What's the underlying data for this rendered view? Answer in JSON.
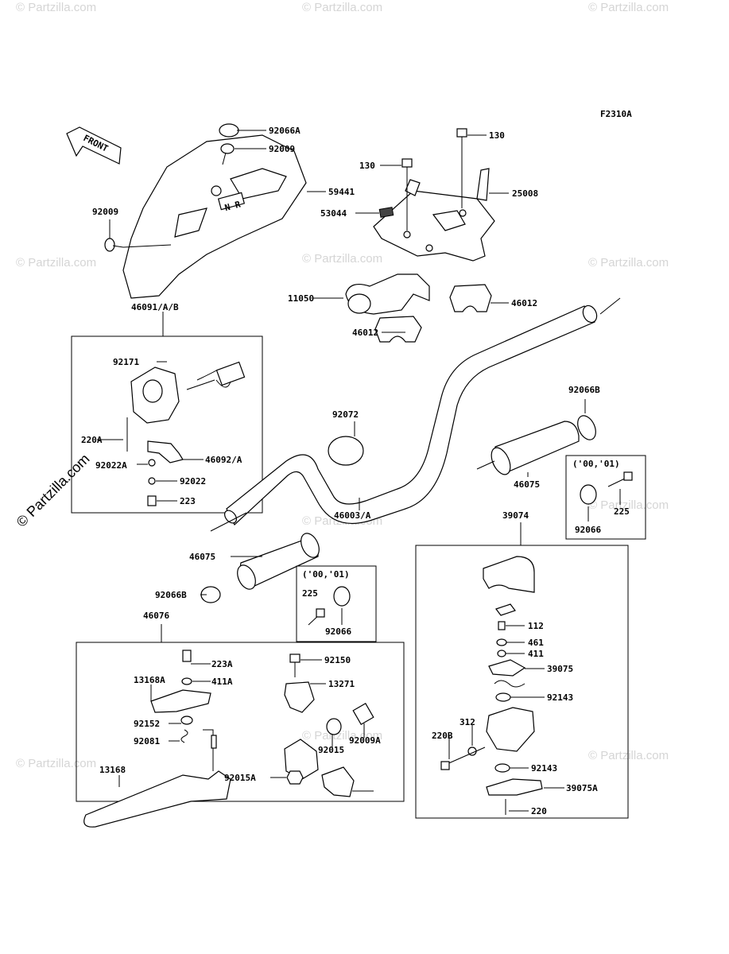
{
  "figure_code": "F2310A",
  "front_label": "FRONT",
  "watermark": "© Partzilla.com",
  "variant_note": "('00,'01)",
  "labels": {
    "p92066A": "92066A",
    "p92009_top": "92009",
    "p59441": "59441",
    "p92009_left": "92009",
    "p46091": "46091/A/B",
    "p130_right": "130",
    "p130_left": "130",
    "p25008": "25008",
    "p53044": "53044",
    "p11050": "11050",
    "p46012_right": "46012",
    "p46012_left": "46012",
    "p92171": "92171",
    "p220A": "220A",
    "p46092": "46092/A",
    "p92022A": "92022A",
    "p92022": "92022",
    "p223": "223",
    "p92072": "92072",
    "p46003": "46003/A",
    "p92066B_right": "92066B",
    "p46075_right": "46075",
    "p225_right": "225",
    "p92066_right": "92066",
    "p39074": "39074",
    "p46075_left": "46075",
    "p225_left": "225",
    "p92066_left": "92066",
    "p92066B_left": "92066B",
    "p46076": "46076",
    "p223A": "223A",
    "p411A": "411A",
    "p13168A": "13168A",
    "p92152": "92152",
    "p92081": "92081",
    "p13168": "13168",
    "p92150": "92150",
    "p13271": "13271",
    "p92009A": "92009A",
    "p92015": "92015",
    "p92015A": "92015A",
    "p112": "112",
    "p461": "461",
    "p411": "411",
    "p39075": "39075",
    "p92143_top": "92143",
    "p312": "312",
    "p220B": "220B",
    "p92143_bottom": "92143",
    "p39075A": "39075A",
    "p220": "220"
  }
}
